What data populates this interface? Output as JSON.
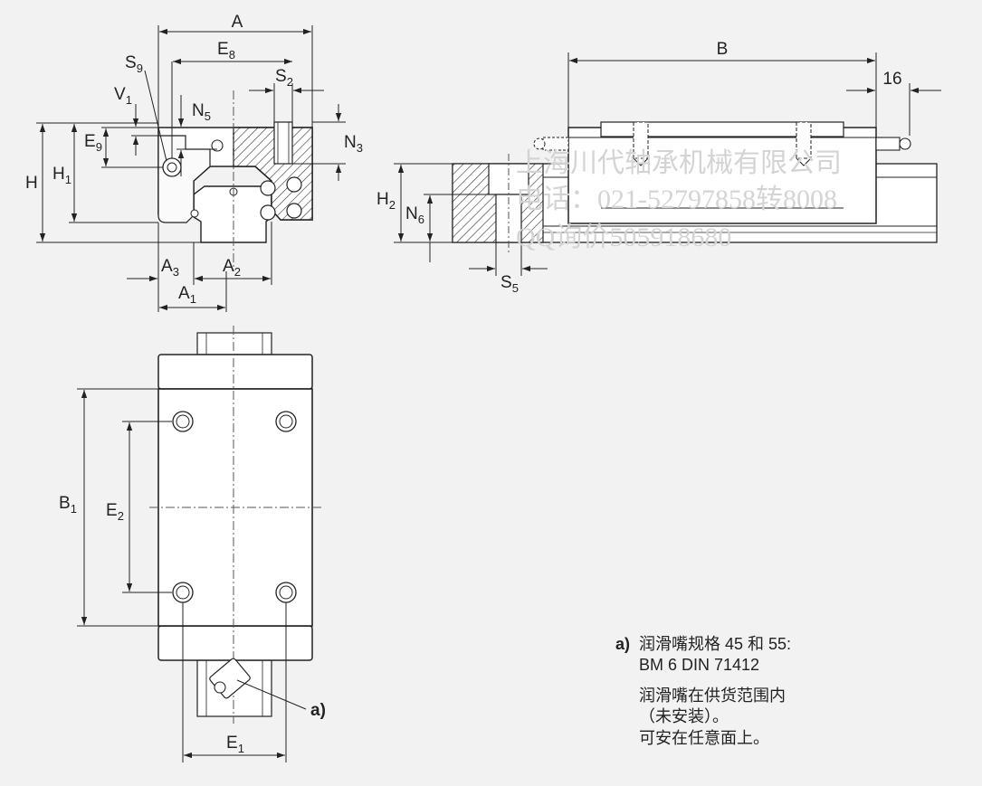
{
  "labels": {
    "A": "A",
    "E8": {
      "main": "E",
      "sub": "8"
    },
    "S9": {
      "main": "S",
      "sub": "9"
    },
    "V1": {
      "main": "V",
      "sub": "1"
    },
    "N5": {
      "main": "N",
      "sub": "5"
    },
    "S2": {
      "main": "S",
      "sub": "2"
    },
    "N3": {
      "main": "N",
      "sub": "3"
    },
    "E9": {
      "main": "E",
      "sub": "9"
    },
    "H": "H",
    "H1": {
      "main": "H",
      "sub": "1"
    },
    "A3": {
      "main": "A",
      "sub": "3"
    },
    "A2": {
      "main": "A",
      "sub": "2"
    },
    "A1": {
      "main": "A",
      "sub": "1"
    },
    "B": "B",
    "dim16": "16",
    "H2": {
      "main": "H",
      "sub": "2"
    },
    "N6": {
      "main": "N",
      "sub": "6"
    },
    "S5": {
      "main": "S",
      "sub": "5"
    },
    "B1": {
      "main": "B",
      "sub": "1"
    },
    "E2": {
      "main": "E",
      "sub": "2"
    },
    "E1": {
      "main": "E",
      "sub": "1"
    },
    "callout_a": "a)"
  },
  "watermark": {
    "line1": "上海川代轴承机械有限公司",
    "line2": "电话：021-52797858转8008",
    "line3": "QQ询价505918680"
  },
  "note": {
    "marker": "a)",
    "line1": "润滑嘴规格 45 和 55:",
    "line2": "BM 6 DIN 71412",
    "line3": "润滑嘴在供货范围内",
    "line4": "（未安装）。",
    "line5": "可安在任意面上。"
  }
}
